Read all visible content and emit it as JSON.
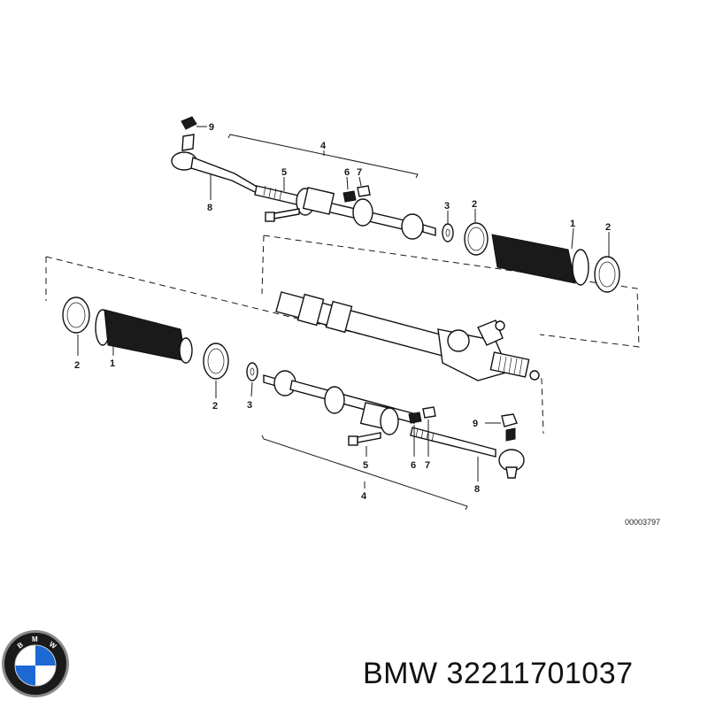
{
  "diagram": {
    "callouts": {
      "top_9": "9",
      "top_8": "8",
      "top_5": "5",
      "top_6": "6",
      "top_7": "7",
      "top_4": "4",
      "top_3": "3",
      "top_2a": "2",
      "top_1": "1",
      "top_2b": "2",
      "bot_2a": "2",
      "bot_1": "1",
      "bot_2b": "2",
      "bot_3": "3",
      "bot_5": "5",
      "bot_6": "6",
      "bot_7": "7",
      "bot_9": "9",
      "bot_8": "8",
      "bot_4": "4"
    },
    "drawing_number": "00003797"
  },
  "footer": {
    "brand": "BMW",
    "part_number": "32211701037",
    "logo": {
      "icon": "bmw-roundel-icon",
      "colors": {
        "blue": "#1c69d4",
        "white": "#ffffff",
        "ring": "#1a1a1a",
        "rim": "#8a8a8a"
      }
    }
  }
}
